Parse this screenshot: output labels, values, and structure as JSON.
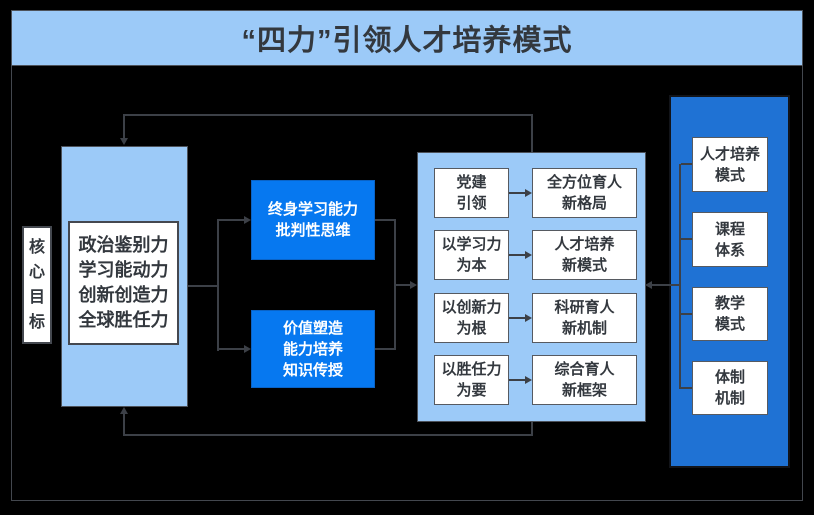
{
  "title": "“四力”引领人才培养模式",
  "colors": {
    "background": "#000000",
    "light_blue": "#9CCAF8",
    "bright_blue": "#0678F0",
    "deep_blue": "#1F72D4",
    "line": "#3c4047",
    "text_dark": "#33383e",
    "text_light": "#ffffff"
  },
  "core_goal": {
    "label": "核\n心\n目\n标"
  },
  "competencies": {
    "text": "政治鉴别力\n学习能动力\n创新创造力\n全球胜任力"
  },
  "middle_boxes": {
    "top": "终身学习能力\n批判性思维",
    "bottom": "价值塑造\n能力培养\n知识传授"
  },
  "process_panel": {
    "rows": [
      {
        "from": "党建\n引领",
        "to": "全方位育人\n新格局"
      },
      {
        "from": "以学习力\n为本",
        "to": "人才培养\n新模式"
      },
      {
        "from": "以创新力\n为根",
        "to": "科研育人\n新机制"
      },
      {
        "from": "以胜任力\n为要",
        "to": "综合育人\n新框架"
      }
    ]
  },
  "outcome_panel": {
    "items": [
      {
        "label": "人才培养\n模式"
      },
      {
        "label": "课程\n体系"
      },
      {
        "label": "教学\n模式"
      },
      {
        "label": "体制\n机制"
      }
    ]
  }
}
